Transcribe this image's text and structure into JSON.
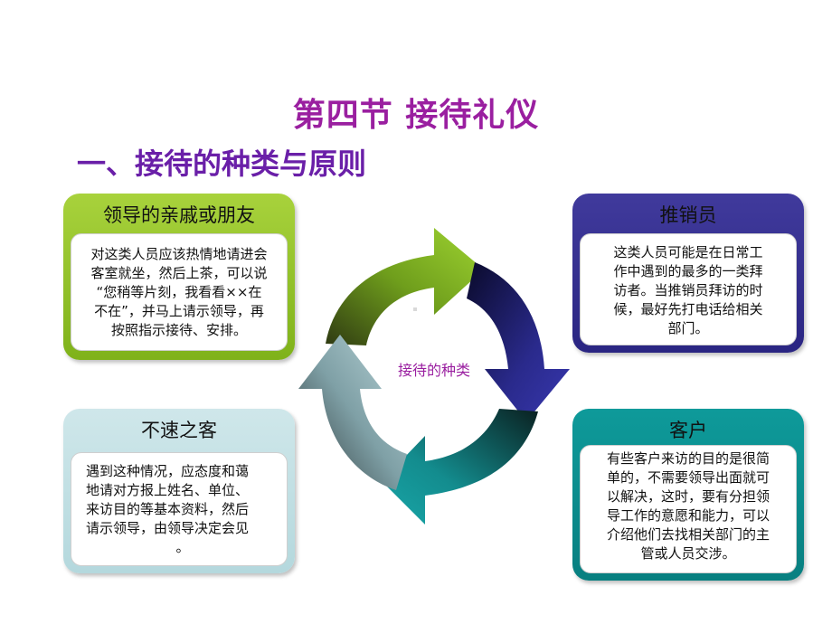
{
  "title": "第四节  接待礼仪",
  "subtitle": "一、接待的种类与原则",
  "center_label": "接待的种类",
  "cards": {
    "leaders": {
      "head": "领导的亲戚或朋友",
      "lines": [
        "对这类人员应该热情地请进会",
        "客室就坐，然后上茶，可以说",
        "“您稍等片刻，我看看××在",
        "不在”，并马上请示领导，再",
        "按照指示接待、安排。"
      ]
    },
    "salesman": {
      "head": "推销员",
      "lines": [
        "这类人员可能是在日常工",
        "作中遇到的最多的一类拜",
        "访者。当推销员拜访的时",
        "候，最好先打电话给相关",
        "部门。"
      ]
    },
    "uninvited": {
      "head": "不速之客",
      "lines": [
        "遇到这种情况，应态度和蔼",
        "地请对方报上姓名、单位、",
        "来访目的等基本资料，然后",
        "请示领导，由领导决定会见",
        "。"
      ]
    },
    "customer": {
      "head": "客户",
      "lines": [
        "有些客户来访的目的是很简",
        "单的，不需要领导出面就可",
        "以解决，这时，要有分担领",
        "导工作的意愿和能力，可以",
        "介绍他们去找相关部门的主",
        "管或人员交涉。"
      ]
    }
  },
  "colors": {
    "arrow_green": "#8bc327",
    "arrow_navy": "#2a2a8c",
    "arrow_teal": "#149a9c",
    "arrow_silver": "#a9c4c9",
    "title": "#9a1fa0"
  }
}
